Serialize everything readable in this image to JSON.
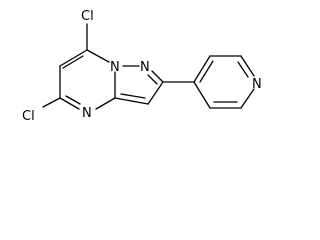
{
  "molecule": {
    "atoms": {
      "cl_top": "Cl",
      "cl_left": "Cl",
      "n_bridge": "N",
      "n_pyrazole": "N",
      "n_pyrimidine": "N",
      "n_pyridine": "N"
    }
  },
  "colors": {
    "bond": "#000000",
    "label": "#000000",
    "background": "#ffffff"
  }
}
